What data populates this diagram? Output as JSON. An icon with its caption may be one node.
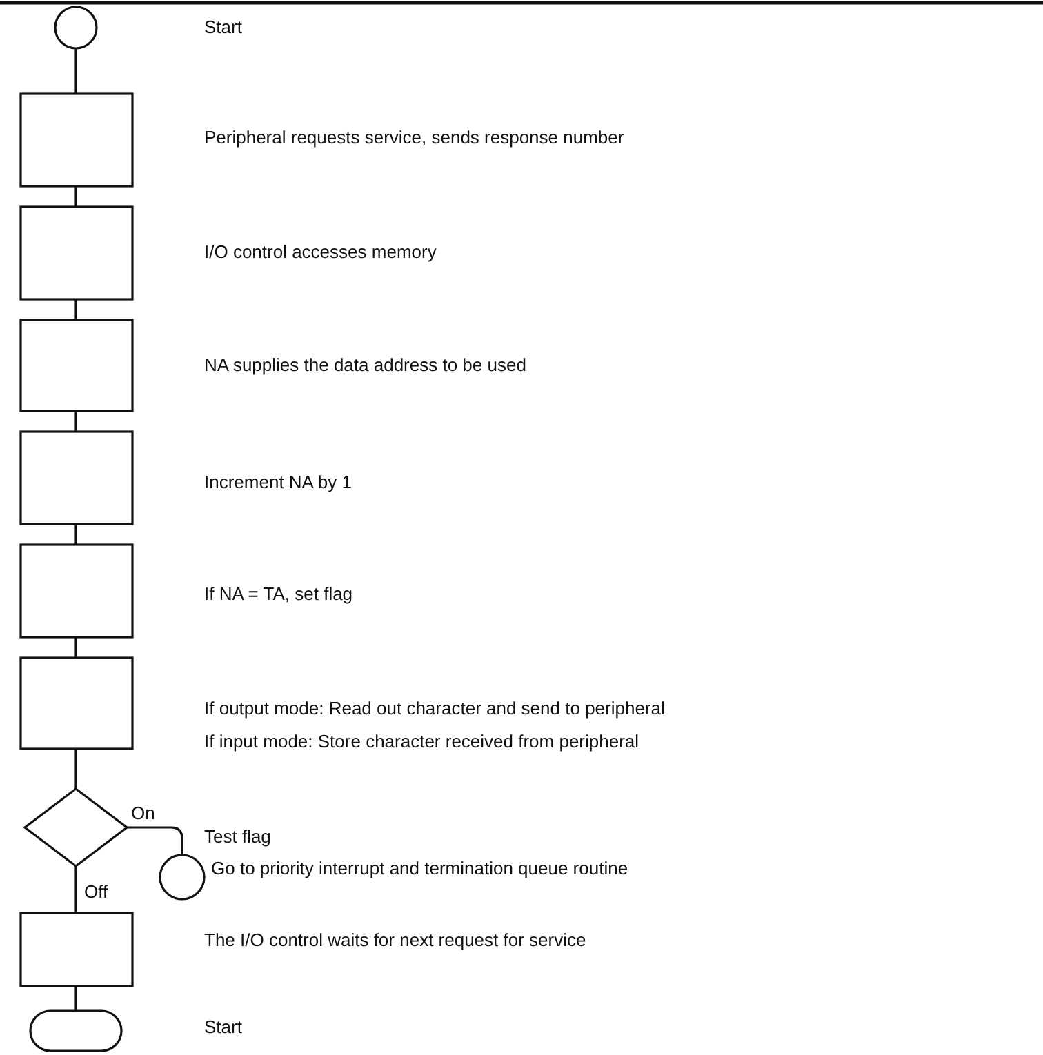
{
  "diagram": {
    "nodes": [
      {
        "text": [],
        "shape": "circle"
      },
      {
        "text": [],
        "shape": "box"
      },
      {
        "text": [],
        "shape": "box"
      },
      {
        "text": [],
        "shape": "box"
      },
      {
        "text": [],
        "shape": "box"
      },
      {
        "text": [],
        "shape": "box"
      },
      {
        "text": [],
        "shape": "box"
      },
      {
        "text": [],
        "shape": "diamond"
      },
      {
        "text": [],
        "shape": "circle"
      },
      {
        "text": [],
        "shape": "box"
      },
      {
        "text": [],
        "shape": "terminal"
      }
    ],
    "edges": [
      {
        "from": 0,
        "to": 1,
        "arrow": "none"
      },
      {
        "from": 1,
        "to": 2,
        "arrow": "none"
      },
      {
        "from": 2,
        "to": 3,
        "arrow": "none"
      },
      {
        "from": 3,
        "to": 4,
        "arrow": "none"
      },
      {
        "from": 4,
        "to": 5,
        "arrow": "none"
      },
      {
        "from": 5,
        "to": 6,
        "arrow": "none"
      },
      {
        "from": 6,
        "to": 7,
        "arrow": "none"
      },
      {
        "from": 7,
        "to": 8,
        "arrow": "none",
        "label": "On"
      },
      {
        "from": 7,
        "to": 9,
        "arrow": "none",
        "label": "Off"
      },
      {
        "from": 9,
        "to": 10,
        "arrow": "none"
      }
    ],
    "labels": [
      "Start",
      "Peripheral requests service, sends response number",
      "I/O control accesses memory",
      "NA supplies the data address to be used",
      "Increment NA by 1",
      "If NA = TA, set flag",
      "If output mode: Read out character and send to peripheral",
      "If input mode: Store character received from peripheral",
      "Test flag",
      "Go to priority interrupt and termination queue routine",
      "The I/O control waits for next request for service",
      "Start"
    ]
  }
}
